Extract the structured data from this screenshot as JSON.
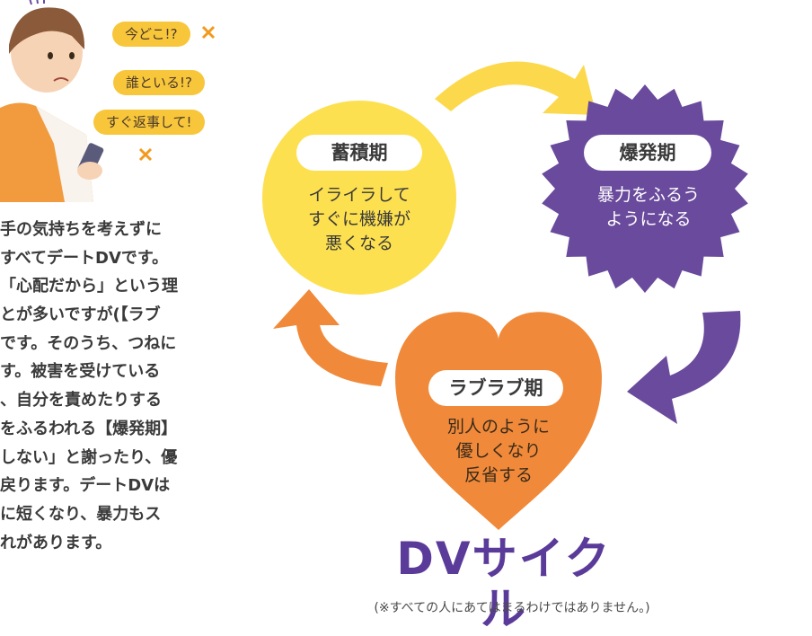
{
  "bubbles": [
    "今どこ!?",
    "誰といる!?",
    "すぐ返事して!"
  ],
  "body_lines": [
    "手の気持ちを考えずに",
    "すべてデートDVです。",
    "「心配だから」という理",
    "とが多いですが(【ラブ",
    "です。そのうち、つねに",
    "す。被害を受けている",
    "、自分を責めたりする",
    "をふるわれる【爆発期】",
    "しない」と謝ったり、優",
    "戻ります。デートDVは",
    "に短くなり、暴力もス",
    "れがあります。"
  ],
  "stages": {
    "accumulation": {
      "label": "蓄積期",
      "desc": "イライラして\nすぐに機嫌が\n悪くなる",
      "color": "#fde050"
    },
    "explosion": {
      "label": "爆発期",
      "desc": "暴力をふるう\nようになる",
      "color": "#6a4a9c"
    },
    "lovelove": {
      "label": "ラブラブ期",
      "desc": "別人のように\n優しくなり\n反省する",
      "color": "#f08a3a"
    }
  },
  "arrow_colors": {
    "yellow": "#fcd94c",
    "purple": "#6a4a9c",
    "orange": "#f08a3a"
  },
  "title": "DVサイクル",
  "note": "(※すべての人にあてはまるわけではありません。)"
}
